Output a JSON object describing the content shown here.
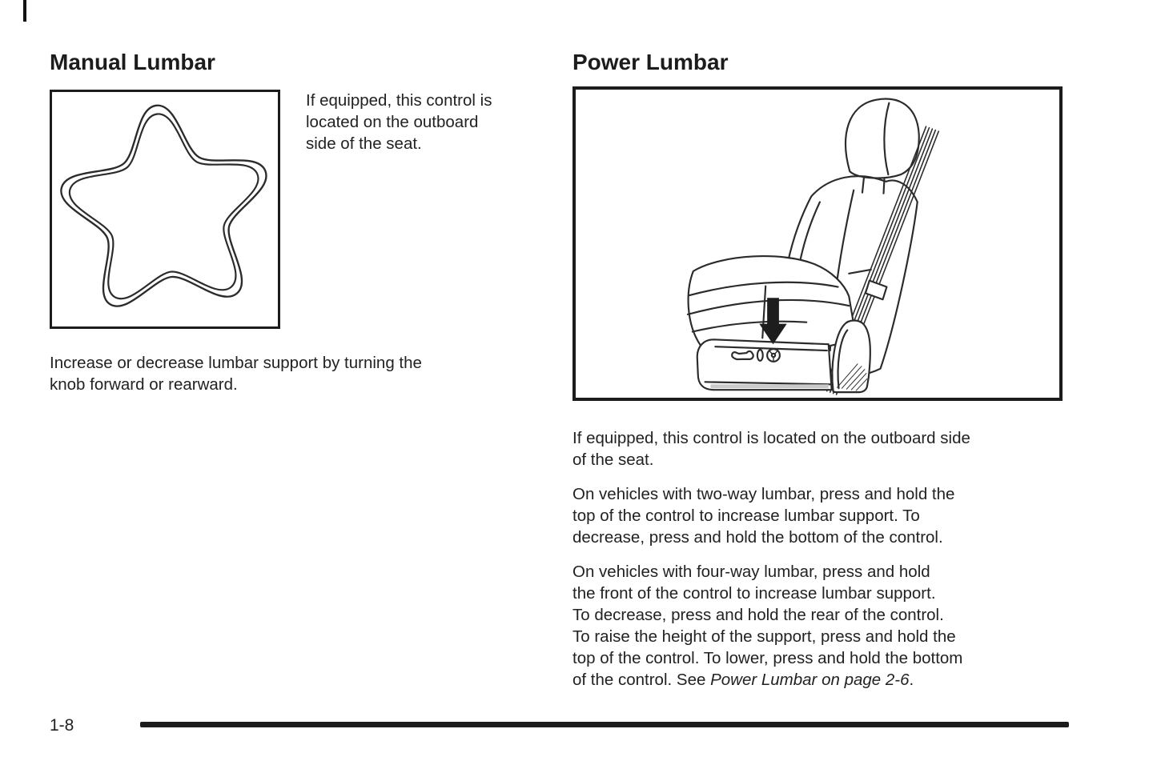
{
  "colors": {
    "text": "#1c1c1c",
    "line_art": "#2b2b2b"
  },
  "manual_lumbar": {
    "heading": "Manual Lumbar",
    "figure": "star-shaped-manual-lumbar-knob",
    "caption_lines": [
      "If equipped, this control is",
      "located on the outboard",
      "side of the seat."
    ],
    "body_lines": [
      "Increase or decrease lumbar support by turning the",
      "knob forward or rearward."
    ]
  },
  "power_lumbar": {
    "heading": "Power Lumbar",
    "figure": "power-seat-side-view-with-arrow-to-lumbar-control",
    "paragraph1_lines": [
      "If equipped, this control is located on the outboard side",
      "of the seat."
    ],
    "paragraph2_lines": [
      "On vehicles with two-way lumbar, press and hold the",
      "top of the control to increase lumbar support. To",
      "decrease, press and hold the bottom of the control."
    ],
    "paragraph3_lines": [
      "On vehicles with four-way lumbar, press and hold",
      "the front of the control to increase lumbar support.",
      "To decrease, press and hold the rear of the control.",
      "To raise the height of the support, press and hold the",
      "top of the control. To lower, press and hold the bottom"
    ],
    "paragraph3_tail": {
      "pre": "of the control. See ",
      "italic": "Power Lumbar on page 2-6",
      "post": "."
    }
  },
  "footer": {
    "page_number": "1-8"
  }
}
